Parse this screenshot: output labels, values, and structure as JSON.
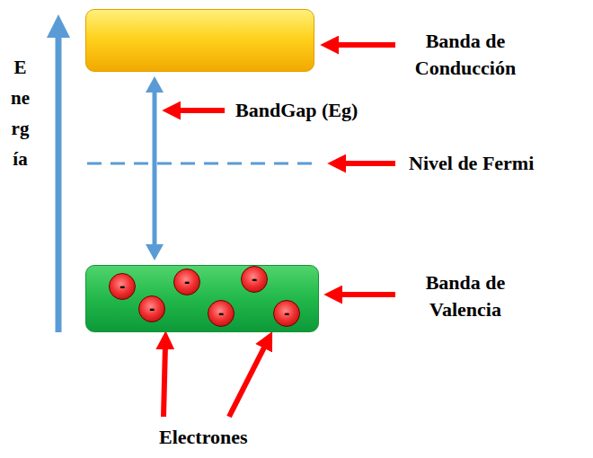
{
  "diagram": {
    "nodes": [
      {
        "text": [
          "Banda de Conducción"
        ]
      },
      {
        "text": [
          "Banda de Valencia"
        ]
      },
      {
        "text": [
          "-"
        ],
        "in": 1
      },
      {
        "text": [
          "-"
        ],
        "in": 1
      },
      {
        "text": [
          "-"
        ],
        "in": 1
      },
      {
        "text": [
          "-"
        ],
        "in": 1
      },
      {
        "text": [
          "-"
        ],
        "in": 1
      },
      {
        "text": [
          "-"
        ],
        "in": 1
      }
    ],
    "edges": [
      {
        "from": 0,
        "to": 1,
        "arrow": "both",
        "label": "BandGap (Eg)"
      }
    ],
    "labels": [
      "Energía",
      "Nivel de Fermi",
      "Electrones"
    ]
  }
}
